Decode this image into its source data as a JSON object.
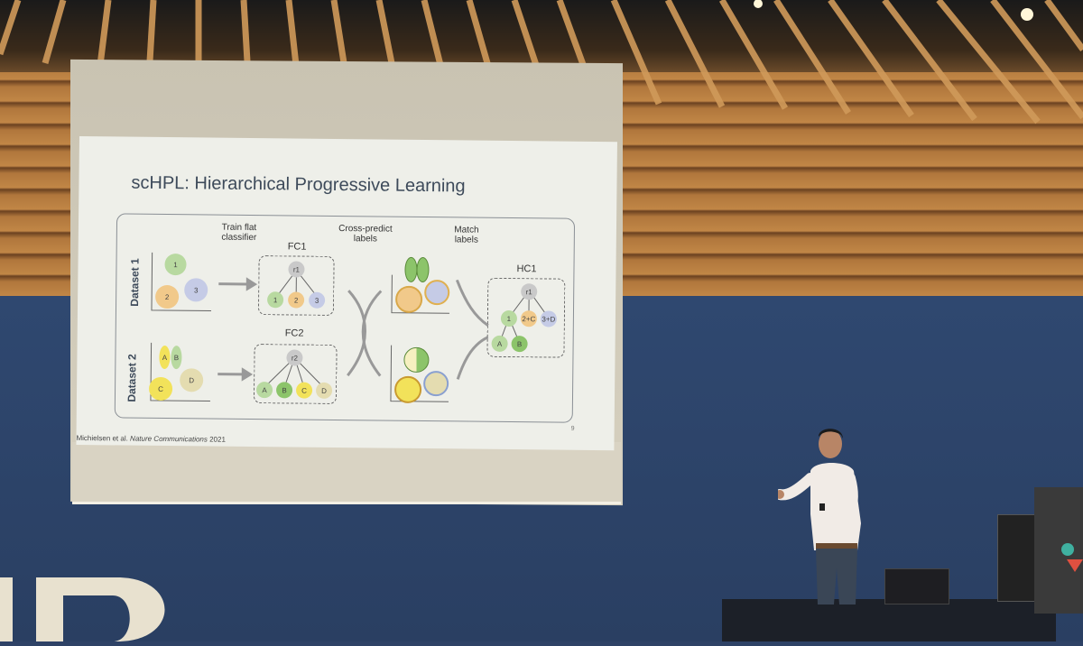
{
  "slide": {
    "title": "scHPL: Hierarchical Progressive Learning",
    "dataset1_label": "Dataset 1",
    "dataset2_label": "Dataset 2",
    "step1_label": "Train flat classifier",
    "step2_label": "Cross-predict labels",
    "step3_label": "Match labels",
    "fc1_label": "FC1",
    "fc2_label": "FC2",
    "hc1_label": "HC1",
    "fc1_nodes": [
      "r1",
      "1",
      "2",
      "3"
    ],
    "fc2_nodes": [
      "r2",
      "A",
      "B",
      "C",
      "D"
    ],
    "hc1_nodes": [
      "r1",
      "1",
      "2+C",
      "3+D",
      "A",
      "B"
    ],
    "d1_clusters": [
      "1",
      "2",
      "3"
    ],
    "d2_clusters": [
      "A",
      "B",
      "C",
      "D"
    ],
    "citation_authors": "Michielsen et al.",
    "citation_journal": "Nature Communications",
    "citation_year": "2021",
    "page_number": "9"
  },
  "colors": {
    "green": "#b8d9a0",
    "orange": "#f1c98a",
    "blue": "#c5cbe6",
    "yellow": "#f2e25a",
    "beige": "#e4dcb0",
    "node_grey": "#c9c9c9"
  }
}
